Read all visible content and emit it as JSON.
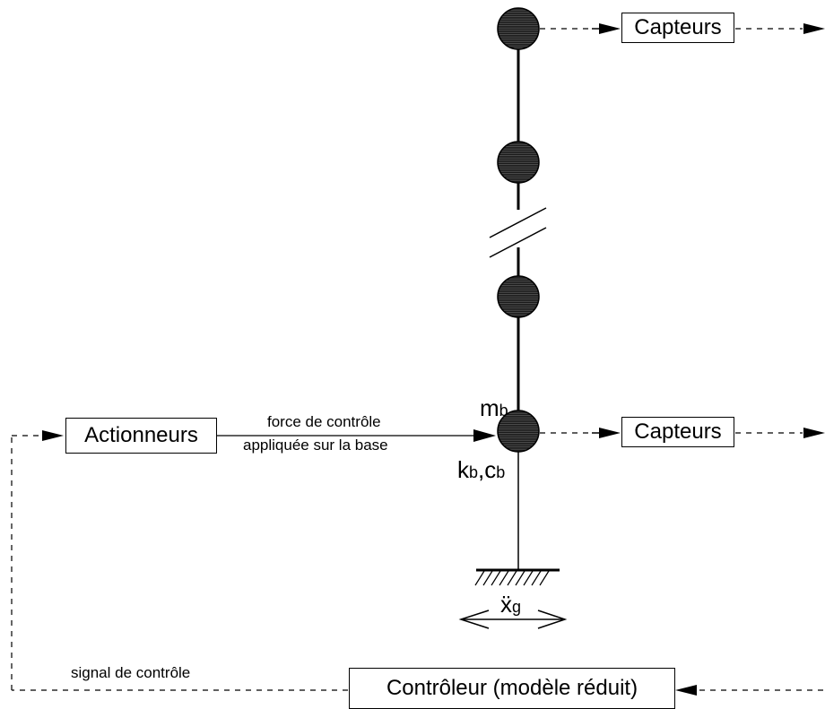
{
  "sensor_top": "Capteurs",
  "sensor_base": "Capteurs",
  "actuator": "Actionneurs",
  "controller": "Contrôleur (modèle réduit)",
  "force_line1": "force de contrôle",
  "force_line2": "appliquée sur la base",
  "signal": "signal de contrôle",
  "mass": {
    "main": "m",
    "sub": "b"
  },
  "stiffness": {
    "k": "k",
    "k_sub": "b",
    "sep": ",",
    "c": "c",
    "c_sub": "b"
  },
  "ground_accel": {
    "main": "ẍ",
    "sub": "g"
  }
}
